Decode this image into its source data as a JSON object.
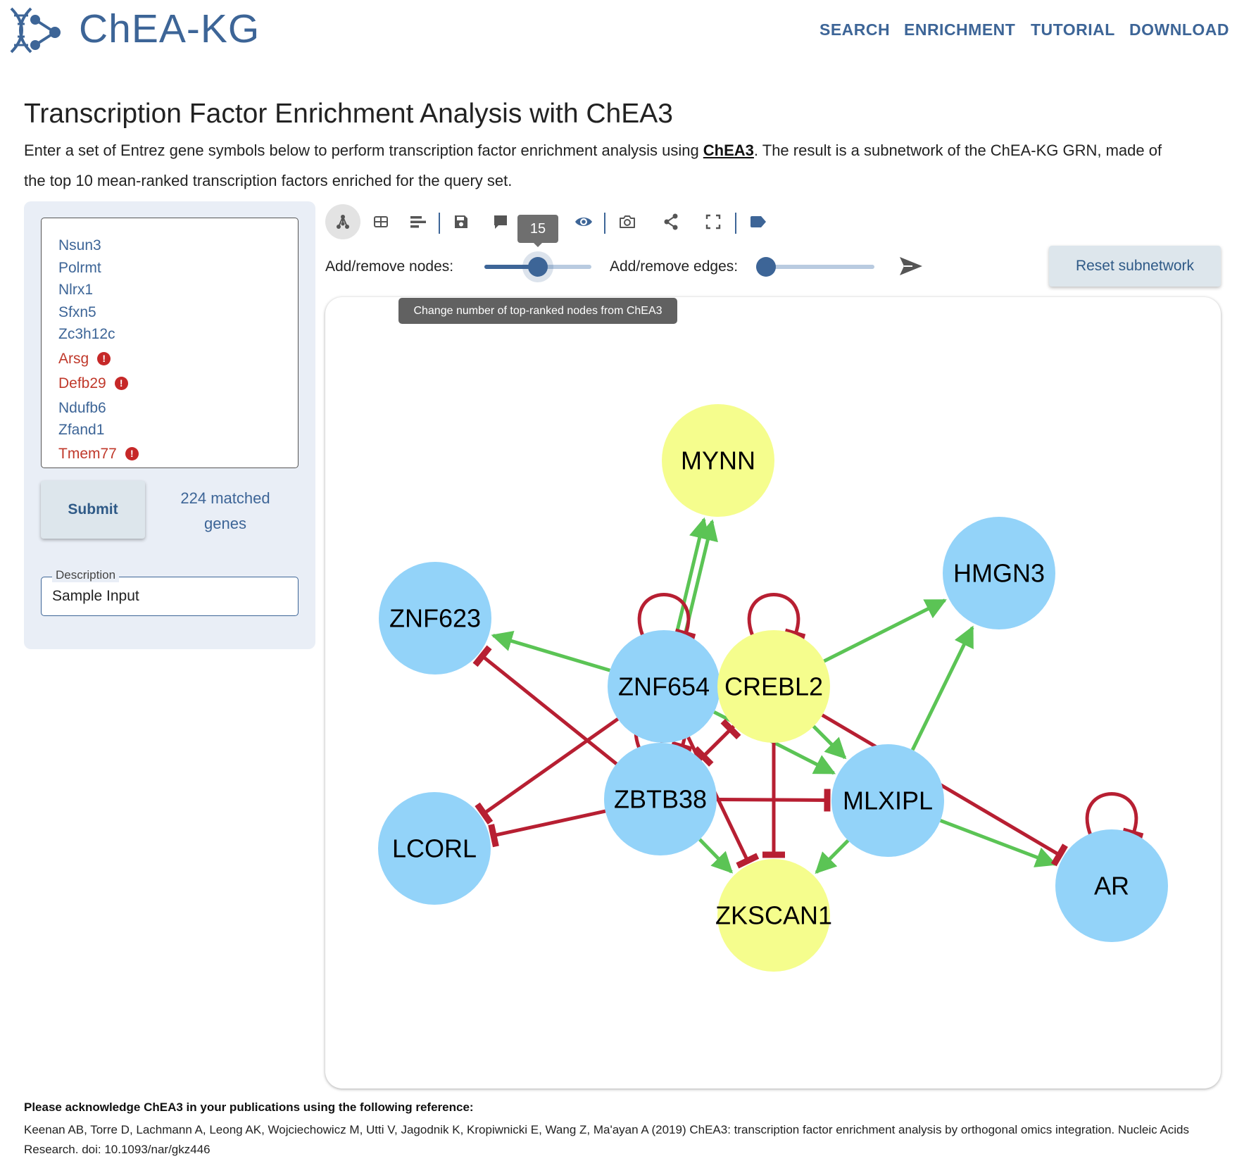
{
  "header": {
    "app_title": "ChEA-KG",
    "nav": [
      "SEARCH",
      "ENRICHMENT",
      "TUTORIAL",
      "DOWNLOAD"
    ]
  },
  "page": {
    "title": "Transcription Factor Enrichment Analysis with ChEA3",
    "intro_before": "Enter a set of Entrez gene symbols below to perform transcription factor enrichment analysis using ",
    "intro_link": "ChEA3",
    "intro_after": ". The result is a subnetwork of the ChEA-KG GRN, made of the top 10 mean-ranked transcription factors enriched for the query set."
  },
  "input_panel": {
    "genes": [
      {
        "symbol": "Nsun3",
        "valid": true
      },
      {
        "symbol": "Polrmt",
        "valid": true
      },
      {
        "symbol": "Nlrx1",
        "valid": true
      },
      {
        "symbol": "Sfxn5",
        "valid": true
      },
      {
        "symbol": "Zc3h12c",
        "valid": true
      },
      {
        "symbol": "Arsg",
        "valid": false
      },
      {
        "symbol": "Defb29",
        "valid": false
      },
      {
        "symbol": "Ndufb6",
        "valid": true
      },
      {
        "symbol": "Zfand1",
        "valid": true
      },
      {
        "symbol": "Tmem77",
        "valid": false
      }
    ],
    "submit_label": "Submit",
    "matched_line1": "224 matched",
    "matched_line2": "genes",
    "description_label": "Description",
    "description_value": "Sample Input"
  },
  "toolbar": {
    "icons": [
      "network-view-icon",
      "table-view-icon",
      "bar-chart-icon",
      "save-icon",
      "comment-icon",
      "eye-icon",
      "camera-icon",
      "share-icon",
      "fullscreen-icon",
      "label-tag-icon"
    ],
    "nodes_label": "Add/remove nodes:",
    "nodes_value": 15,
    "nodes_value_text": "15",
    "nodes_fraction": 0.5,
    "edges_label": "Add/remove edges:",
    "edges_fraction": 0.0,
    "reset_label": "Reset subnetwork",
    "tooltip": "Change number of top-ranked nodes from ChEA3"
  },
  "graph": {
    "colors": {
      "tf_blue": "#93d3f9",
      "query_yellow": "#f5fd8d",
      "upregulation": "#5bc455",
      "downregulation": "#b71f32"
    },
    "nodes": [
      {
        "id": "MYNN",
        "type": "yellow"
      },
      {
        "id": "HMGN3",
        "type": "blue"
      },
      {
        "id": "ZNF623",
        "type": "blue"
      },
      {
        "id": "ZNF654",
        "type": "blue"
      },
      {
        "id": "CREBL2",
        "type": "yellow"
      },
      {
        "id": "ZBTB38",
        "type": "blue"
      },
      {
        "id": "MLXIPL",
        "type": "blue"
      },
      {
        "id": "LCORL",
        "type": "blue"
      },
      {
        "id": "AR",
        "type": "blue"
      },
      {
        "id": "ZKSCAN1",
        "type": "yellow"
      }
    ],
    "edges": [
      {
        "source": "ZNF654",
        "target": "MYNN",
        "type": "up"
      },
      {
        "source": "ZNF654",
        "target": "MYNN",
        "type": "up"
      },
      {
        "source": "CREBL2",
        "target": "ZNF654",
        "type": "up"
      },
      {
        "source": "ZNF654",
        "target": "ZNF623",
        "type": "up"
      },
      {
        "source": "CREBL2",
        "target": "HMGN3",
        "type": "up"
      },
      {
        "source": "MLXIPL",
        "target": "HMGN3",
        "type": "up"
      },
      {
        "source": "CREBL2",
        "target": "MLXIPL",
        "type": "up"
      },
      {
        "source": "MLXIPL",
        "target": "ZKSCAN1",
        "type": "up"
      },
      {
        "source": "MLXIPL",
        "target": "AR",
        "type": "up"
      },
      {
        "source": "ZBTB38",
        "target": "ZKSCAN1",
        "type": "up"
      },
      {
        "source": "ZNF654",
        "target": "MLXIPL",
        "type": "up"
      },
      {
        "source": "ZBTB38",
        "target": "ZNF623",
        "type": "down"
      },
      {
        "source": "ZNF654",
        "target": "LCORL",
        "type": "down"
      },
      {
        "source": "ZBTB38",
        "target": "LCORL",
        "type": "down"
      },
      {
        "source": "CREBL2",
        "target": "AR",
        "type": "down"
      },
      {
        "source": "ZNF654",
        "target": "ZBTB38",
        "type": "down"
      },
      {
        "source": "ZNF654",
        "target": "ZKSCAN1",
        "type": "down"
      },
      {
        "source": "CREBL2",
        "target": "ZKSCAN1",
        "type": "down"
      },
      {
        "source": "ZNF654",
        "target": "CREBL2",
        "type": "down"
      },
      {
        "source": "CREBL2",
        "target": "ZBTB38",
        "type": "down"
      },
      {
        "source": "ZBTB38",
        "target": "CREBL2",
        "type": "down"
      },
      {
        "source": "ZNF654",
        "target": "ZNF654",
        "type": "down"
      },
      {
        "source": "CREBL2",
        "target": "CREBL2",
        "type": "down"
      },
      {
        "source": "AR",
        "target": "AR",
        "type": "down"
      },
      {
        "source": "ZBTB38",
        "target": "ZBTB38",
        "type": "down"
      },
      {
        "source": "ZBTB38",
        "target": "MLXIPL",
        "type": "down"
      }
    ]
  },
  "footer": {
    "ack_title": "Please acknowledge ChEA3 in your publications using the following reference:",
    "ack_citation": "Keenan AB, Torre D, Lachmann A, Leong AK, Wojciechowicz M, Utti V, Jagodnik K, Kropiwnicki E, Wang Z, Ma'ayan A (2019) ChEA3: transcription factor enrichment analysis by orthogonal omics integration. Nucleic Acids Research. doi: 10.1093/nar/gkz446"
  }
}
